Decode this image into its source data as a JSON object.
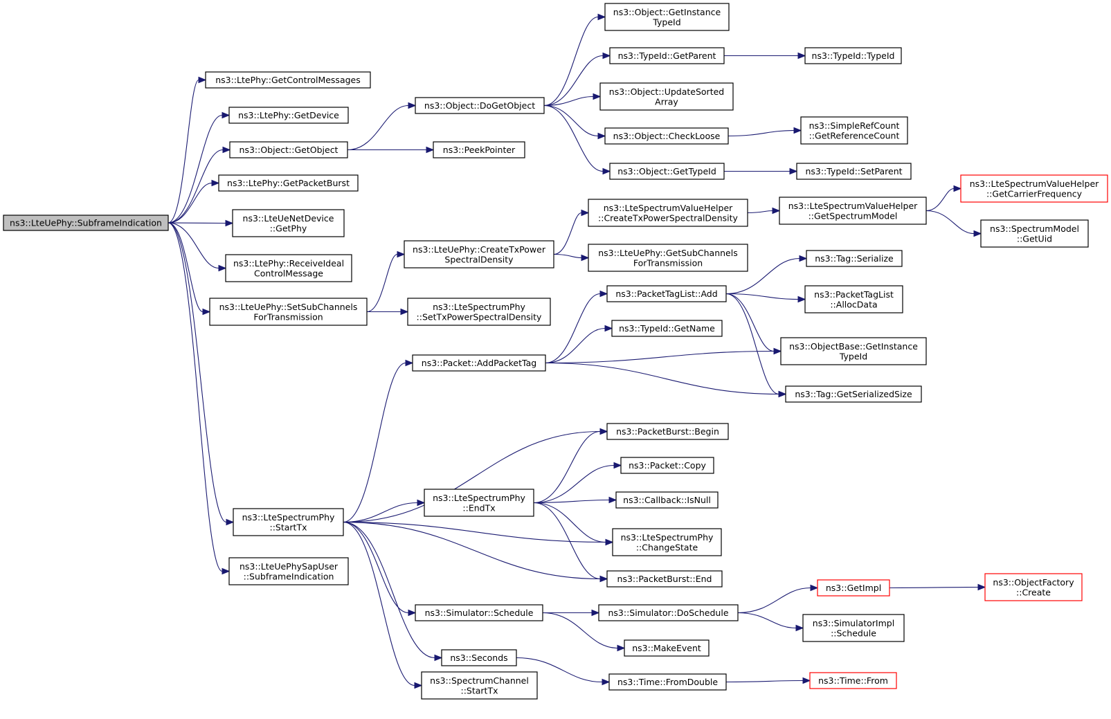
{
  "colors": {
    "edge": "#191970",
    "node_border": "#000000",
    "node_border_truncated": "#ff0000",
    "root_fill": "#bfbfbf",
    "node_fill": "#ffffff"
  },
  "nodes": [
    {
      "id": "root",
      "lines": [
        "ns3::LteUePhy::SubframeIndication"
      ],
      "root": true
    },
    {
      "id": "getcontrolmessages",
      "lines": [
        "ns3::LtePhy::GetControlMessages"
      ]
    },
    {
      "id": "getdevice",
      "lines": [
        "ns3::LtePhy::GetDevice"
      ]
    },
    {
      "id": "getobject",
      "lines": [
        "ns3::Object::GetObject"
      ]
    },
    {
      "id": "getpacketburst",
      "lines": [
        "ns3::LtePhy::GetPacketBurst"
      ]
    },
    {
      "id": "uenetdevice-getphy",
      "lines": [
        "ns3::LteUeNetDevice",
        "::GetPhy"
      ]
    },
    {
      "id": "receiveideal",
      "lines": [
        "ns3::LtePhy::ReceiveIdeal",
        "ControlMessage"
      ]
    },
    {
      "id": "setsubchannels",
      "lines": [
        "ns3::LteUePhy::SetSubChannels",
        "ForTransmission"
      ]
    },
    {
      "id": "starttx",
      "lines": [
        "ns3::LteSpectrumPhy",
        "::StartTx"
      ]
    },
    {
      "id": "sapuser",
      "lines": [
        "ns3::LteUePhySapUser",
        "::SubframeIndication"
      ]
    },
    {
      "id": "dogetobject",
      "lines": [
        "ns3::Object::DoGetObject"
      ]
    },
    {
      "id": "peekpointer",
      "lines": [
        "ns3::PeekPointer"
      ]
    },
    {
      "id": "createtxpower",
      "lines": [
        "ns3::LteUePhy::CreateTxPower",
        "SpectralDensity"
      ]
    },
    {
      "id": "settxpower",
      "lines": [
        "ns3::LteSpectrumPhy",
        "::SetTxPowerSpectralDensity"
      ]
    },
    {
      "id": "addpackettag",
      "lines": [
        "ns3::Packet::AddPacketTag"
      ]
    },
    {
      "id": "endtx",
      "lines": [
        "ns3::LteSpectrumPhy",
        "::EndTx"
      ]
    },
    {
      "id": "schedule",
      "lines": [
        "ns3::Simulator::Schedule"
      ]
    },
    {
      "id": "seconds",
      "lines": [
        "ns3::Seconds"
      ]
    },
    {
      "id": "channel-starttx",
      "lines": [
        "ns3::SpectrumChannel",
        "::StartTx"
      ]
    },
    {
      "id": "getinstancetypeid",
      "lines": [
        "ns3::Object::GetInstance",
        "TypeId"
      ]
    },
    {
      "id": "getparent",
      "lines": [
        "ns3::TypeId::GetParent"
      ]
    },
    {
      "id": "updatesorted",
      "lines": [
        "ns3::Object::UpdateSorted",
        "Array"
      ]
    },
    {
      "id": "checkloose",
      "lines": [
        "ns3::Object::CheckLoose"
      ]
    },
    {
      "id": "gettypeid",
      "lines": [
        "ns3::Object::GetTypeId"
      ]
    },
    {
      "id": "helper-createtx",
      "lines": [
        "ns3::LteSpectrumValueHelper",
        "::CreateTxPowerSpectralDensity"
      ]
    },
    {
      "id": "getsubchannels",
      "lines": [
        "ns3::LteUePhy::GetSubChannels",
        "ForTransmission"
      ]
    },
    {
      "id": "packettaglist-add",
      "lines": [
        "ns3::PacketTagList::Add"
      ]
    },
    {
      "id": "getname",
      "lines": [
        "ns3::TypeId::GetName"
      ]
    },
    {
      "id": "burst-begin",
      "lines": [
        "ns3::PacketBurst::Begin"
      ]
    },
    {
      "id": "packet-copy",
      "lines": [
        "ns3::Packet::Copy"
      ]
    },
    {
      "id": "isnull",
      "lines": [
        "ns3::Callback::IsNull"
      ]
    },
    {
      "id": "changestate",
      "lines": [
        "ns3::LteSpectrumPhy",
        "::ChangeState"
      ]
    },
    {
      "id": "burst-end",
      "lines": [
        "ns3::PacketBurst::End"
      ]
    },
    {
      "id": "doschedule",
      "lines": [
        "ns3::Simulator::DoSchedule"
      ]
    },
    {
      "id": "makeevent",
      "lines": [
        "ns3::MakeEvent"
      ]
    },
    {
      "id": "fromdouble",
      "lines": [
        "ns3::Time::FromDouble"
      ]
    },
    {
      "id": "typeid-typeid",
      "lines": [
        "ns3::TypeId::TypeId"
      ]
    },
    {
      "id": "getreferencecount",
      "lines": [
        "ns3::SimpleRefCount",
        "::GetReferenceCount"
      ]
    },
    {
      "id": "setparent",
      "lines": [
        "ns3::TypeId::SetParent"
      ]
    },
    {
      "id": "getspectrummodel",
      "lines": [
        "ns3::LteSpectrumValueHelper",
        "::GetSpectrumModel"
      ]
    },
    {
      "id": "tag-serialize",
      "lines": [
        "ns3::Tag::Serialize"
      ]
    },
    {
      "id": "allocdata",
      "lines": [
        "ns3::PacketTagList",
        "::AllocData"
      ]
    },
    {
      "id": "objectbase-getinstancetypeid",
      "lines": [
        "ns3::ObjectBase::GetInstance",
        "TypeId"
      ]
    },
    {
      "id": "getserializedsize",
      "lines": [
        "ns3::Tag::GetSerializedSize"
      ]
    },
    {
      "id": "getimpl",
      "lines": [
        "ns3::GetImpl"
      ],
      "truncated": true
    },
    {
      "id": "simimpl-schedule",
      "lines": [
        "ns3::SimulatorImpl",
        "::Schedule"
      ]
    },
    {
      "id": "time-from",
      "lines": [
        "ns3::Time::From"
      ],
      "truncated": true
    },
    {
      "id": "getcarrierfrequency",
      "lines": [
        "ns3::LteSpectrumValueHelper",
        "::GetCarrierFrequency"
      ],
      "truncated": true
    },
    {
      "id": "getuid",
      "lines": [
        "ns3::SpectrumModel",
        "::GetUid"
      ]
    },
    {
      "id": "objectfactory-create",
      "lines": [
        "ns3::ObjectFactory",
        "::Create"
      ],
      "truncated": true
    }
  ],
  "edges": [
    [
      "root",
      "getcontrolmessages"
    ],
    [
      "root",
      "getdevice"
    ],
    [
      "root",
      "getobject"
    ],
    [
      "root",
      "getpacketburst"
    ],
    [
      "root",
      "uenetdevice-getphy"
    ],
    [
      "root",
      "receiveideal"
    ],
    [
      "root",
      "setsubchannels"
    ],
    [
      "root",
      "starttx"
    ],
    [
      "root",
      "sapuser"
    ],
    [
      "getobject",
      "dogetobject"
    ],
    [
      "getobject",
      "peekpointer"
    ],
    [
      "dogetobject",
      "getinstancetypeid"
    ],
    [
      "dogetobject",
      "getparent"
    ],
    [
      "dogetobject",
      "updatesorted"
    ],
    [
      "dogetobject",
      "checkloose"
    ],
    [
      "dogetobject",
      "gettypeid"
    ],
    [
      "getparent",
      "typeid-typeid"
    ],
    [
      "checkloose",
      "getreferencecount"
    ],
    [
      "gettypeid",
      "setparent"
    ],
    [
      "setsubchannels",
      "createtxpower"
    ],
    [
      "setsubchannels",
      "settxpower"
    ],
    [
      "createtxpower",
      "helper-createtx"
    ],
    [
      "createtxpower",
      "getsubchannels"
    ],
    [
      "helper-createtx",
      "getspectrummodel"
    ],
    [
      "getspectrummodel",
      "getcarrierfrequency"
    ],
    [
      "getspectrummodel",
      "getuid"
    ],
    [
      "starttx",
      "addpackettag"
    ],
    [
      "starttx",
      "burst-begin"
    ],
    [
      "starttx",
      "endtx"
    ],
    [
      "starttx",
      "changestate"
    ],
    [
      "starttx",
      "burst-end"
    ],
    [
      "starttx",
      "schedule"
    ],
    [
      "starttx",
      "seconds"
    ],
    [
      "starttx",
      "channel-starttx"
    ],
    [
      "addpackettag",
      "packettaglist-add"
    ],
    [
      "addpackettag",
      "getname"
    ],
    [
      "addpackettag",
      "objectbase-getinstancetypeid"
    ],
    [
      "addpackettag",
      "getserializedsize"
    ],
    [
      "packettaglist-add",
      "tag-serialize"
    ],
    [
      "packettaglist-add",
      "allocdata"
    ],
    [
      "packettaglist-add",
      "objectbase-getinstancetypeid"
    ],
    [
      "packettaglist-add",
      "getserializedsize"
    ],
    [
      "endtx",
      "burst-begin"
    ],
    [
      "endtx",
      "packet-copy"
    ],
    [
      "endtx",
      "isnull"
    ],
    [
      "endtx",
      "changestate"
    ],
    [
      "endtx",
      "burst-end"
    ],
    [
      "schedule",
      "doschedule"
    ],
    [
      "schedule",
      "makeevent"
    ],
    [
      "doschedule",
      "getimpl"
    ],
    [
      "doschedule",
      "simimpl-schedule"
    ],
    [
      "getimpl",
      "objectfactory-create"
    ],
    [
      "seconds",
      "fromdouble"
    ],
    [
      "fromdouble",
      "time-from"
    ]
  ]
}
